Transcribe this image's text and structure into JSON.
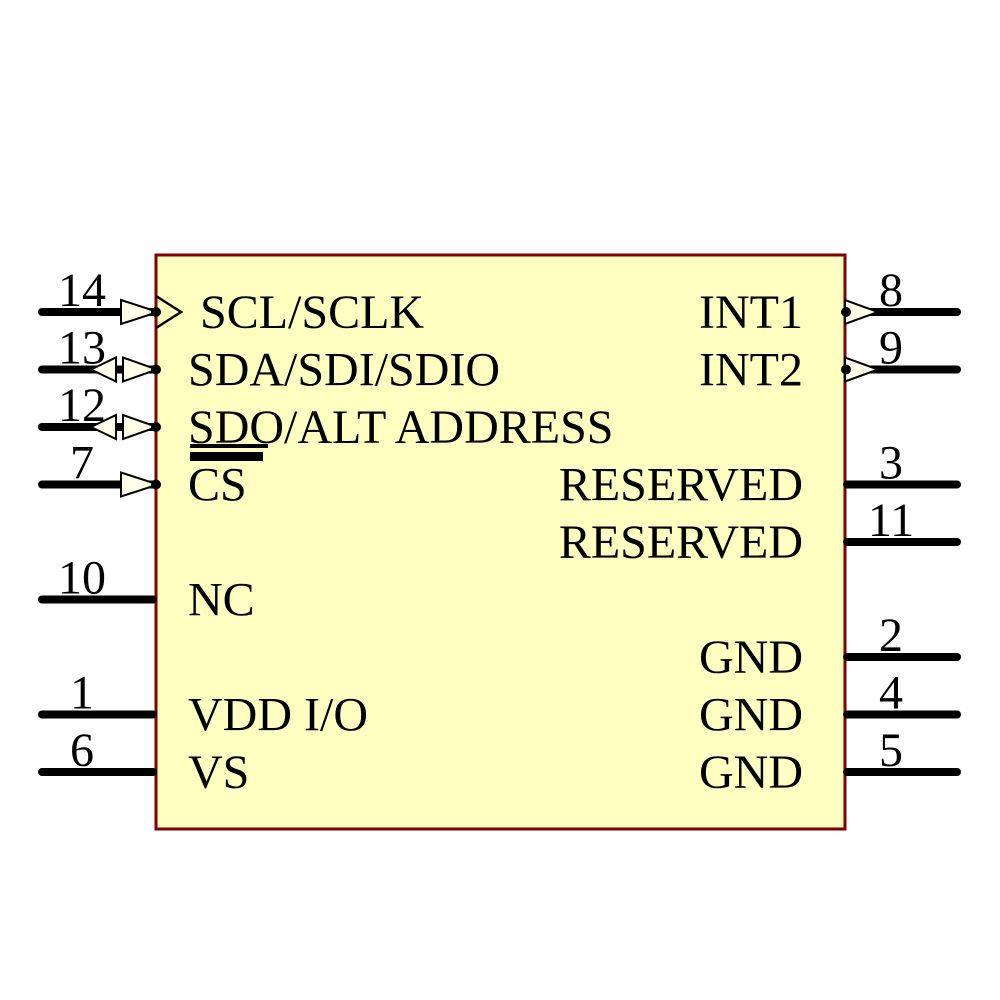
{
  "colors": {
    "background": "#ffffff",
    "body_fill": "#ffffc2",
    "body_stroke": "#7f0000",
    "arrow_fill": "#fffee8",
    "ink": "#000000"
  },
  "component": {
    "left_pins": [
      {
        "number": "14",
        "name": "SCL/SCLK",
        "row": 0,
        "type": "input",
        "clock": true
      },
      {
        "number": "13",
        "name": "SDA/SDI/SDIO",
        "row": 1,
        "type": "bidirectional"
      },
      {
        "number": "12",
        "name": "SDO/ALT ADDRESS",
        "row": 2,
        "type": "bidirectional",
        "underline": true
      },
      {
        "number": "7",
        "name": "CS",
        "row": 3,
        "type": "input",
        "overbar": true
      },
      {
        "number": "10",
        "name": "NC",
        "row": 5,
        "type": "passive"
      },
      {
        "number": "1",
        "name": "VDD I/O",
        "row": 7,
        "type": "passive"
      },
      {
        "number": "6",
        "name": "VS",
        "row": 8,
        "type": "passive"
      }
    ],
    "right_pins": [
      {
        "number": "8",
        "name": "INT1",
        "row": 0,
        "type": "output"
      },
      {
        "number": "9",
        "name": "INT2",
        "row": 1,
        "type": "output"
      },
      {
        "number": "3",
        "name": "RESERVED",
        "row": 3,
        "type": "passive"
      },
      {
        "number": "11",
        "name": "RESERVED",
        "row": 4,
        "type": "passive"
      },
      {
        "number": "2",
        "name": "GND",
        "row": 6,
        "type": "passive"
      },
      {
        "number": "4",
        "name": "GND",
        "row": 7,
        "type": "passive"
      },
      {
        "number": "5",
        "name": "GND",
        "row": 8,
        "type": "passive"
      }
    ]
  }
}
